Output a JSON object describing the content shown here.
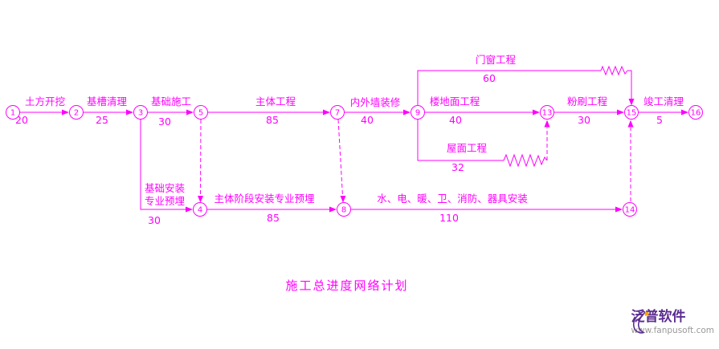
{
  "title": "施工总进度网络计划",
  "colors": {
    "diagram": "#FF00FF",
    "brand": "#5C2D91",
    "brand_accent": "#F7A800",
    "website_text": "#999999"
  },
  "nodes": [
    "1",
    "2",
    "3",
    "4",
    "5",
    "7",
    "8",
    "9",
    "13",
    "14",
    "15",
    "16"
  ],
  "activities": {
    "excavation": {
      "name": "土方开挖",
      "duration": "20"
    },
    "trench_clean": {
      "name": "基槽清理",
      "duration": "25"
    },
    "foundation": {
      "name": "基础施工",
      "duration": "30"
    },
    "main_structure": {
      "name": "主体工程",
      "duration": "85"
    },
    "wall_decoration": {
      "name": "内外墙装修",
      "duration": "40"
    },
    "floor_works": {
      "name": "楼地面工程",
      "duration": "40"
    },
    "painting": {
      "name": "粉刷工程",
      "duration": "30"
    },
    "completion_clean": {
      "name": "竣工清理",
      "duration": "5"
    },
    "doors_windows": {
      "name": "门窗工程",
      "duration": "60"
    },
    "roof_works": {
      "name": "屋面工程",
      "duration": "32"
    },
    "foundation_install": {
      "name_line1": "基础安装",
      "name_line2": "专业预埋",
      "duration": "30"
    },
    "structure_install": {
      "name": "主体阶段安装专业预埋",
      "duration": "85"
    },
    "mep_install": {
      "name": "水、电、暖、卫、消防、器具安装",
      "duration": "110"
    }
  },
  "logo": {
    "brand": "泛普软件",
    "website": "www.fanpusoft.com"
  }
}
